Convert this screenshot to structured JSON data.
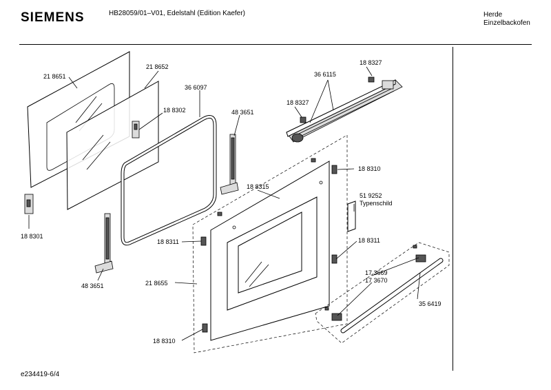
{
  "header": {
    "brand": "SIEMENS",
    "model_line": "HB28059/01–V01, Edelstahl (Edition Kaefer)",
    "category_line1": "Herde",
    "category_line2": "Einzelbackofen"
  },
  "footer": {
    "doc_id": "e234419-6/4"
  },
  "labels": {
    "glass_outer": "21 8651",
    "glass_inner": "21 8652",
    "bracket_top": "18 8302",
    "seal_frame": "36 6097",
    "hinge_right": "48 3651",
    "hinge_left": "48 3651",
    "bracket_bottom_left": "18 8301",
    "handle_rail_a": "36 6115",
    "clip_top": "18 8327",
    "clip_left": "18 8327",
    "clip_right_upper": "18 8310",
    "spacer": "18 8315",
    "plate_number": "51 9252",
    "plate_name": "Typenschild",
    "clip_mid_left": "18 8311",
    "clip_mid_right": "18 8311",
    "front_panel": "21 8655",
    "clip_bottom_left": "18 8310",
    "handle_cap_a": "17 3669",
    "handle_cap_b": "17 3670",
    "handle_bar": "35 6419"
  },
  "icons": {
    "brand_logo": "siemens-logo"
  }
}
